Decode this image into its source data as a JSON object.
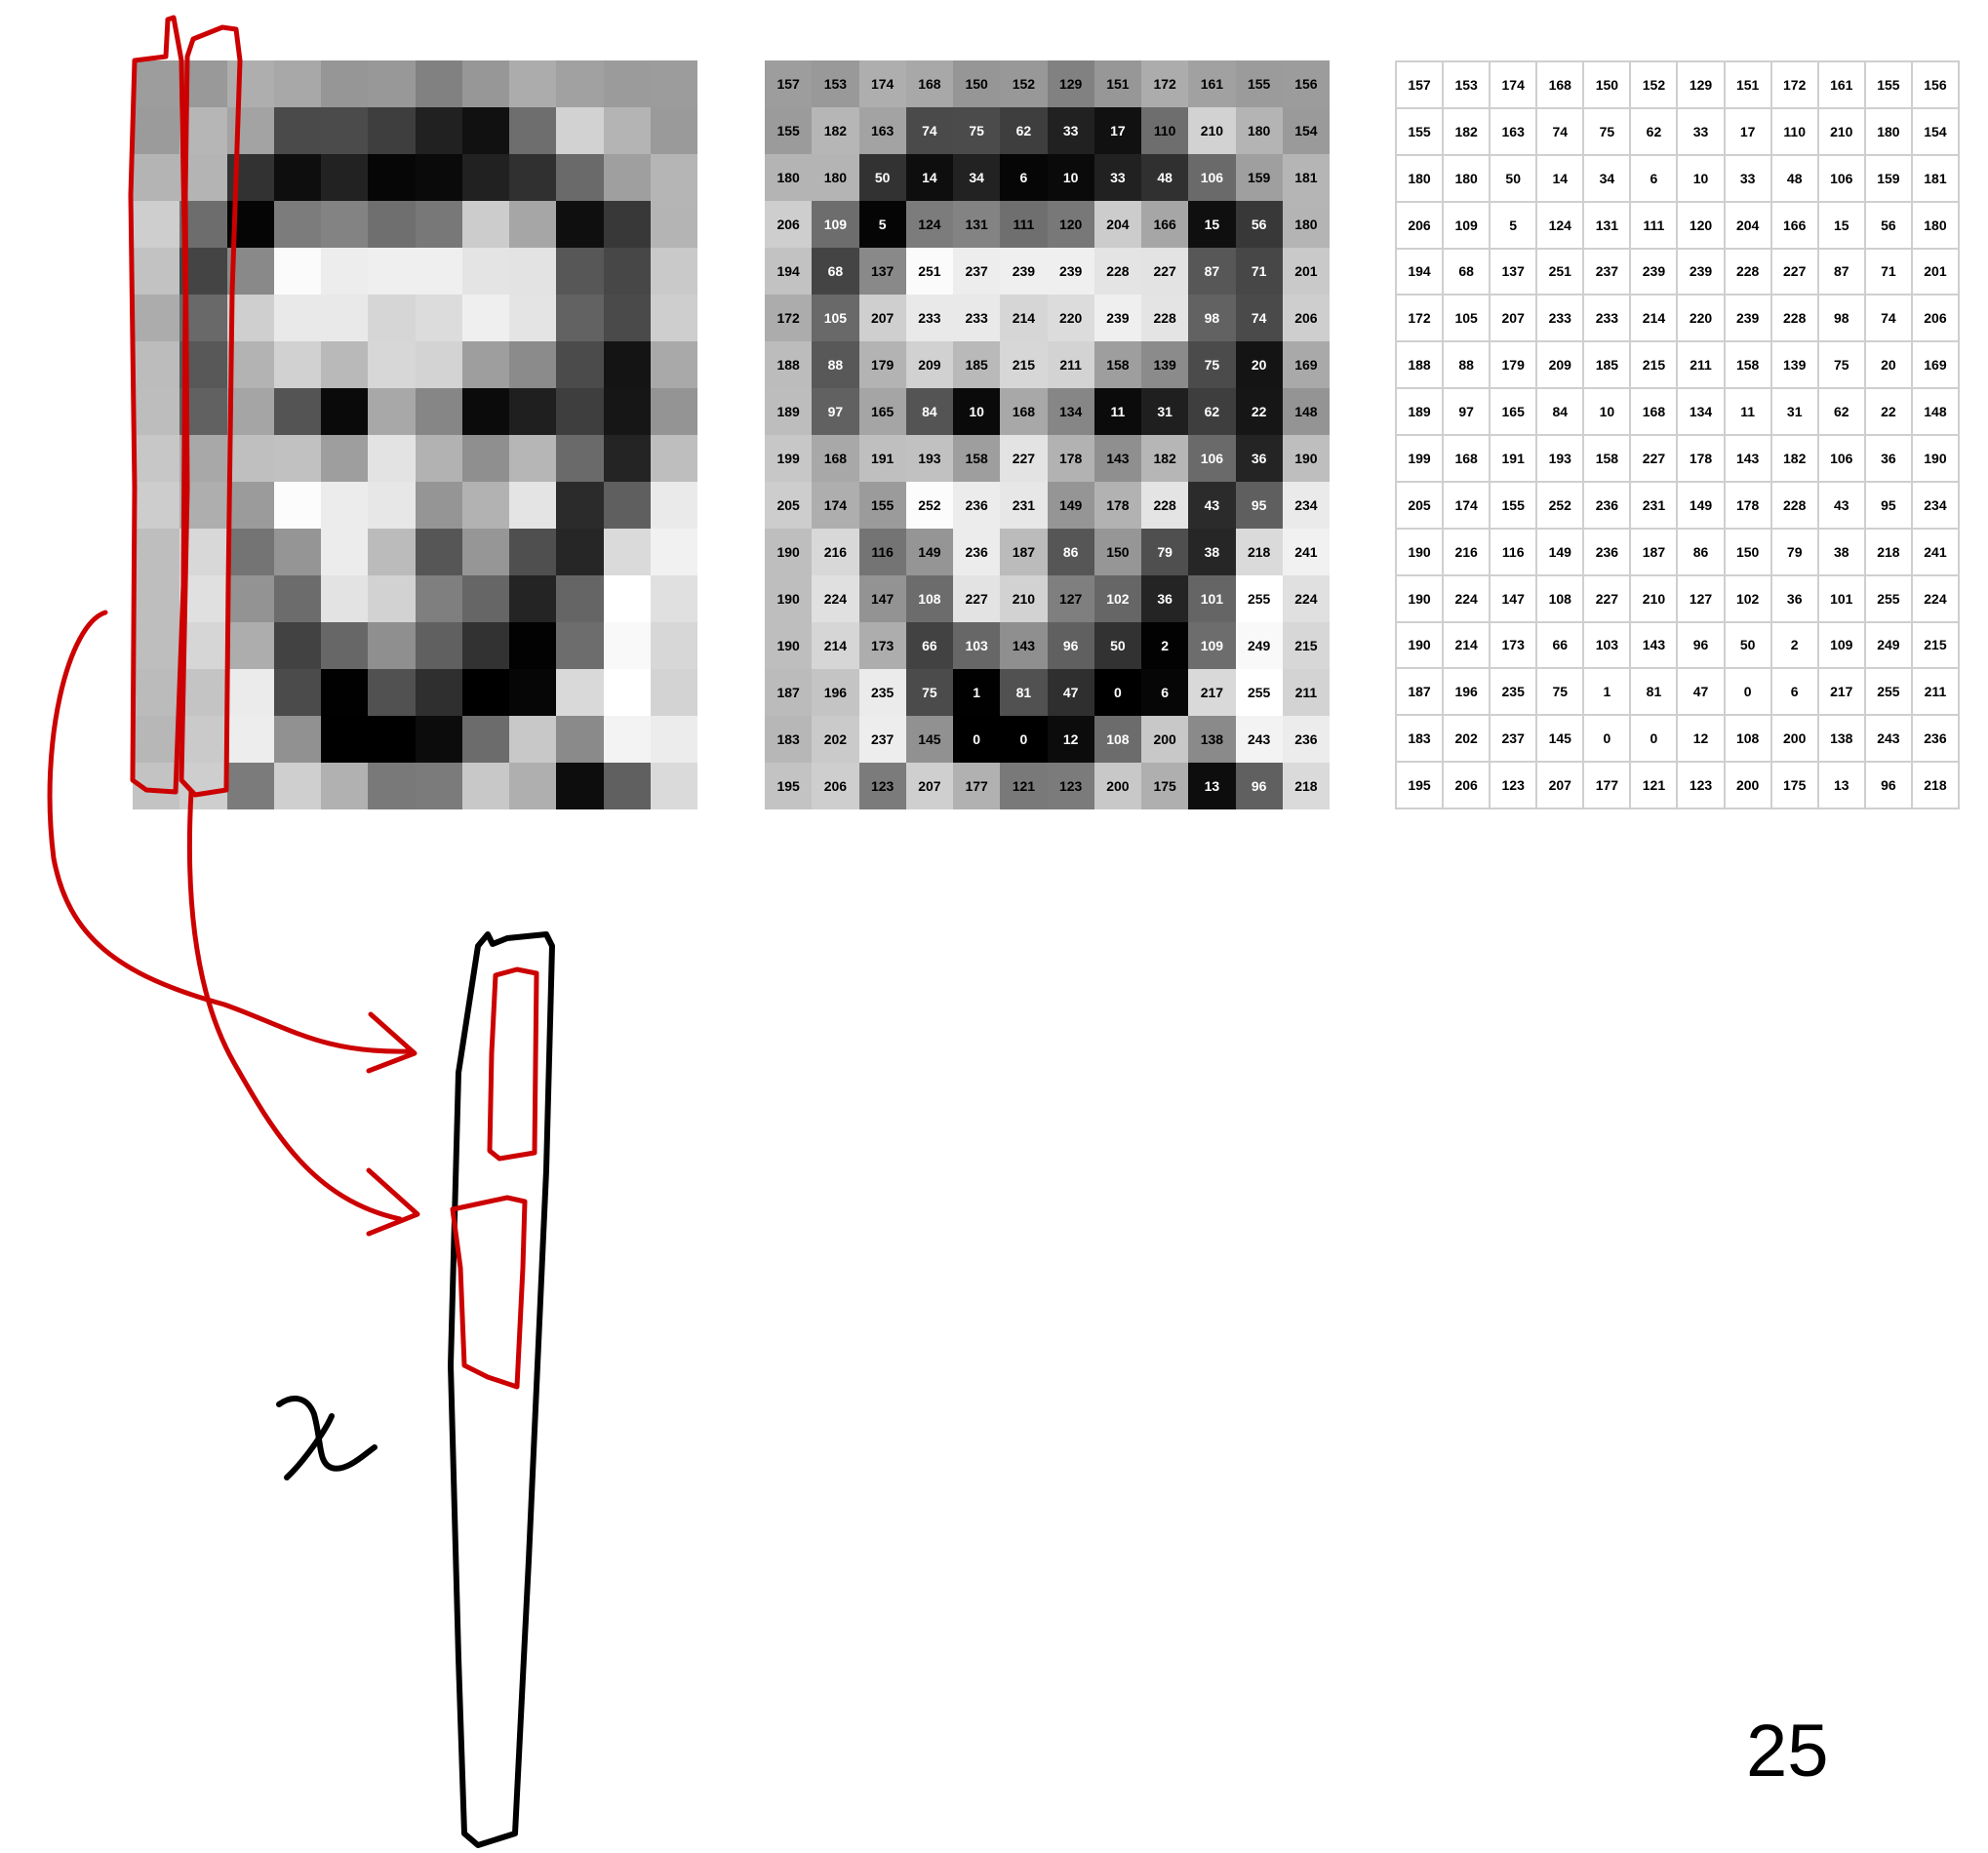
{
  "pixels": [
    [
      157,
      153,
      174,
      168,
      150,
      152,
      129,
      151,
      172,
      161,
      155,
      156
    ],
    [
      155,
      182,
      163,
      74,
      75,
      62,
      33,
      17,
      110,
      210,
      180,
      154
    ],
    [
      180,
      180,
      50,
      14,
      34,
      6,
      10,
      33,
      48,
      106,
      159,
      181
    ],
    [
      206,
      109,
      5,
      124,
      131,
      111,
      120,
      204,
      166,
      15,
      56,
      180
    ],
    [
      194,
      68,
      137,
      251,
      237,
      239,
      239,
      228,
      227,
      87,
      71,
      201
    ],
    [
      172,
      105,
      207,
      233,
      233,
      214,
      220,
      239,
      228,
      98,
      74,
      206
    ],
    [
      188,
      88,
      179,
      209,
      185,
      215,
      211,
      158,
      139,
      75,
      20,
      169
    ],
    [
      189,
      97,
      165,
      84,
      10,
      168,
      134,
      11,
      31,
      62,
      22,
      148
    ],
    [
      199,
      168,
      191,
      193,
      158,
      227,
      178,
      143,
      182,
      106,
      36,
      190
    ],
    [
      205,
      174,
      155,
      252,
      236,
      231,
      149,
      178,
      228,
      43,
      95,
      234
    ],
    [
      190,
      216,
      116,
      149,
      236,
      187,
      86,
      150,
      79,
      38,
      218,
      241
    ],
    [
      190,
      224,
      147,
      108,
      227,
      210,
      127,
      102,
      36,
      101,
      255,
      224
    ],
    [
      190,
      214,
      173,
      66,
      103,
      143,
      96,
      50,
      2,
      109,
      249,
      215
    ],
    [
      187,
      196,
      235,
      75,
      1,
      81,
      47,
      0,
      6,
      217,
      255,
      211
    ],
    [
      183,
      202,
      237,
      145,
      0,
      0,
      12,
      108,
      200,
      138,
      243,
      236
    ],
    [
      195,
      206,
      123,
      207,
      177,
      121,
      123,
      200,
      175,
      13,
      96,
      218
    ]
  ],
  "vector_label": "x",
  "page_number": "25",
  "colors": {
    "annotation": "#cc0000",
    "ink": "#000000"
  }
}
